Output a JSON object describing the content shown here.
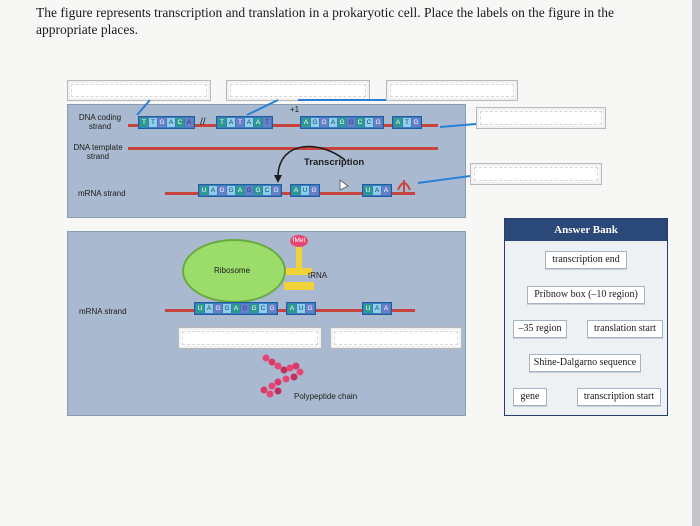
{
  "instructions": "The figure represents transcription and translation in a prokaryotic cell. Place the labels on the figure in the appropriate places.",
  "diagram": {
    "dna_coding_label": "DNA coding strand",
    "dna_template_label": "DNA template strand",
    "plus_one_marker": "+1",
    "transcription_label": "Transcription",
    "mrna_label_1": "mRNA strand",
    "mrna_label_2": "mRNA strand",
    "ribosome_label": "Ribosome",
    "trna_label": "tRNA",
    "met_label": "fMet",
    "polypeptide_label": "Polypeptide chain"
  },
  "answer_bank": {
    "title": "Answer Bank",
    "items": [
      "transcription end",
      "Pribnow box (–10 region)",
      "–35 region",
      "translation start",
      "Shine-Dalgarno sequence",
      "gene",
      "transcription start"
    ]
  },
  "colors": {
    "panel": "#a9b9cf",
    "answer_header": "#2a4878",
    "strand_red": "#c8433c",
    "ribosome": "#9bdc6a"
  }
}
